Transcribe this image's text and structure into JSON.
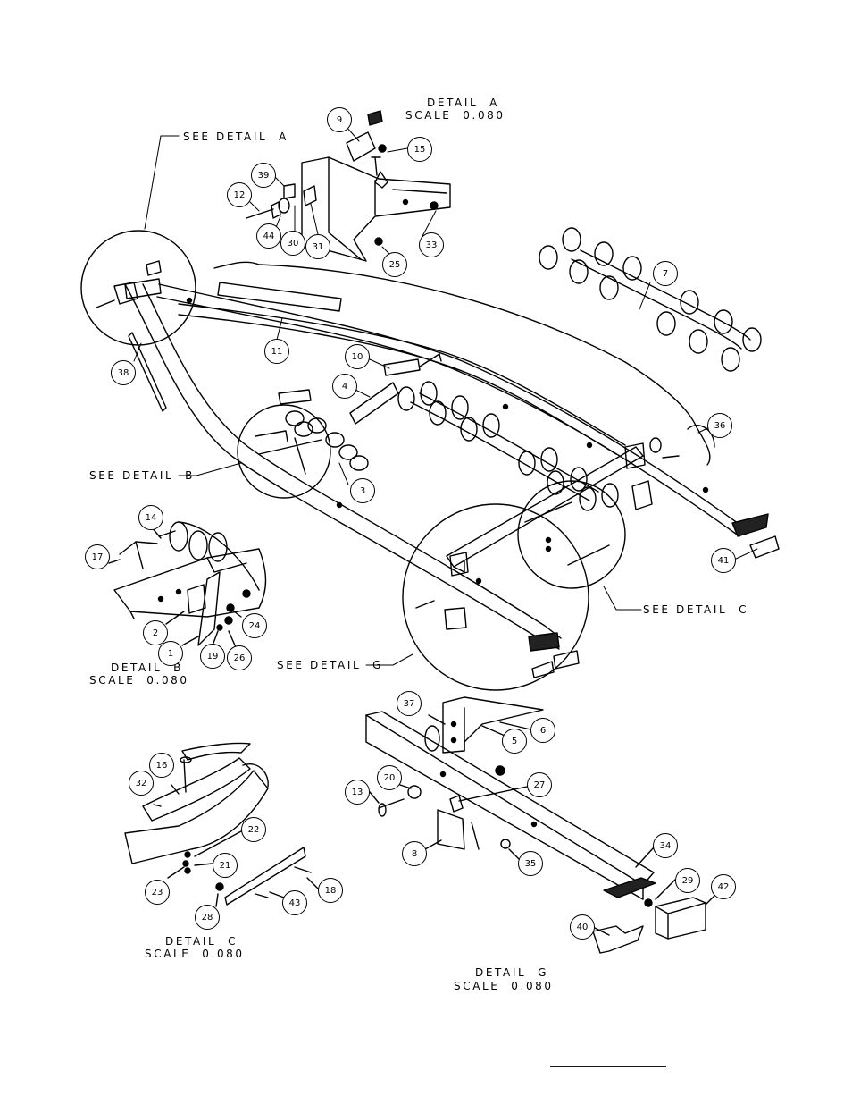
{
  "detail_labels": {
    "detail_a_title": "DETAIL  A",
    "detail_a_scale": "SCALE  0.080",
    "see_detail_a": "SEE DETAIL  A",
    "see_detail_b": "SEE DETAIL  B",
    "see_detail_c": "SEE DETAIL  C",
    "see_detail_g": "SEE DETAIL  G",
    "detail_b_title": "DETAIL  B",
    "detail_b_scale": "SCALE  0.080",
    "detail_c_title": "DETAIL  C",
    "detail_c_scale": "SCALE  0.080",
    "detail_g_title": "DETAIL  G",
    "detail_g_scale": "SCALE  0.080"
  },
  "callouts": {
    "c9": "9",
    "c15": "15",
    "c39": "39",
    "c12": "12",
    "c44": "44",
    "c30": "30",
    "c31": "31",
    "c25": "25",
    "c33": "33",
    "c7": "7",
    "c11": "11",
    "c38": "38",
    "c10": "10",
    "c4": "4",
    "c36": "36",
    "c3": "3",
    "c41": "41",
    "c14": "14",
    "c17": "17",
    "c2": "2",
    "c24": "24",
    "c1": "1",
    "c19": "19",
    "c26": "26",
    "c37": "37",
    "c6": "6",
    "c5": "5",
    "c16": "16",
    "c32": "32",
    "c20": "20",
    "c27": "27",
    "c13": "13",
    "c22": "22",
    "c21": "21",
    "c23": "23",
    "c18": "18",
    "c28": "28",
    "c43": "43",
    "c8": "8",
    "c35": "35",
    "c34": "34",
    "c29": "29",
    "c42": "42",
    "c40": "40"
  },
  "colors": {
    "line": "#000000",
    "background": "#ffffff",
    "link": "#0000ee"
  }
}
